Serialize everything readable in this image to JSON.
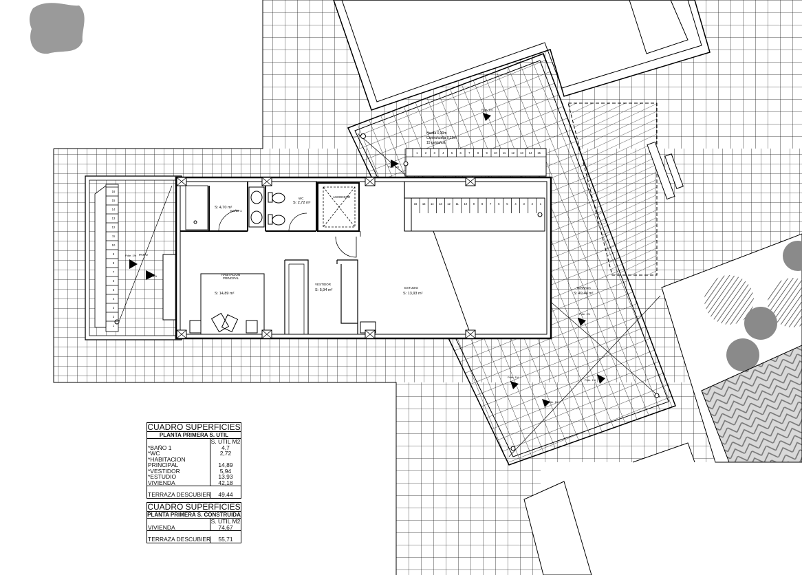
{
  "rooms": {
    "bano1": {
      "name": "BAÑO 1",
      "area": "S: 4,70 m²"
    },
    "wc": {
      "name": "WC",
      "area": "S: 2,72 m²"
    },
    "ascensor": {
      "name": "ASCENSOR"
    },
    "habitacion": {
      "name_line1": "HABITACION",
      "name_line2": "PRINCIPAL",
      "area": "S: 14,89 m²"
    },
    "vestidor": {
      "name": "VESTIDOR",
      "area": "S: 5,94 m²"
    },
    "estudio": {
      "name": "ESTUDIO",
      "area": "S: 13,93 m²"
    },
    "terraza": {
      "name": "TERRAZA",
      "area": "S: 49,44 m²"
    },
    "patio": {
      "name": "PATIO"
    }
  },
  "stair": {
    "upper_steps": [
      "1",
      "2",
      "3",
      "4",
      "5",
      "6",
      "7",
      "8",
      "9",
      "10",
      "11",
      "12",
      "13",
      "14",
      "15"
    ],
    "lower_steps": [
      "16",
      "15",
      "14",
      "13",
      "12",
      "11",
      "10",
      "9",
      "8",
      "7",
      "6",
      "5",
      "4",
      "3",
      "2",
      "1"
    ],
    "left_steps": [
      "16",
      "15",
      "14",
      "13",
      "12",
      "11",
      "10",
      "9",
      "8",
      "7",
      "6",
      "5",
      "4",
      "3",
      "2",
      "1"
    ],
    "note_line1": "Huella 0,30m",
    "note_line2": "Contrahuella 0,19m",
    "note_line3": "15 peldaños"
  },
  "slopes": {
    "patio_1": "Pdte. 1%",
    "patio_2": "Pdte. 1%",
    "terrace_top_a": "Pdte. 1%",
    "terrace_top_b": "Pdte. 1%",
    "terrace_1": "Pdte. 1%",
    "terrace_2": "Pdte. 1%",
    "terrace_3": "Pdte. 1%",
    "terrace_4": "Pdte. 1%"
  },
  "table1": {
    "title": "CUADRO SUPERFICIES",
    "subtitle": "PLANTA PRIMERA S. UTIL",
    "unit_header": "S. UTIL M2",
    "rows": [
      {
        "label": "*BAÑO 1",
        "value": "4,7"
      },
      {
        "label": "*WC",
        "value": "2,72"
      },
      {
        "label": "*HABITACION",
        "value": ""
      },
      {
        "label": "PRINCIPAL",
        "value": "14,89"
      },
      {
        "label": "*VESTIDOR",
        "value": "5,94"
      },
      {
        "label": "*ESTUDIO",
        "value": "13,93"
      },
      {
        "label": "VIVIENDA",
        "value": "42,18"
      }
    ],
    "terrace_label": "TERRAZA DESCUBIERTA",
    "terrace_value": "49,44"
  },
  "table2": {
    "title": "CUADRO SUPERFICIES",
    "subtitle": "PLANTA PRIMERA S. CONSTRUIDA",
    "unit_header": "S. UTIL M2",
    "rows": [
      {
        "label": "VIVIENDA",
        "value": "74,67"
      }
    ],
    "terrace_label": "TERRAZA DESCUBIERTA",
    "terrace_value": "55,71"
  },
  "colors": {
    "line": "#000000",
    "grid": "#1a1a1a",
    "vegetation": "#9a9a9a",
    "vegetation_dark": "#8a8a8a"
  }
}
